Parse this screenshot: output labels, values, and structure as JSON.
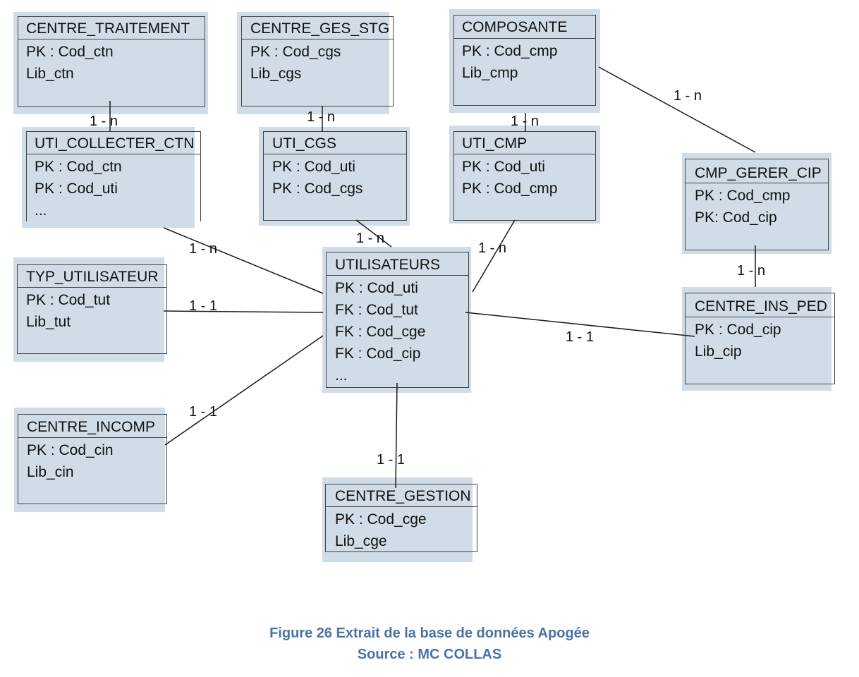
{
  "entities": {
    "centre_traitement": {
      "name": "CENTRE_TRAITEMENT",
      "fields": [
        "PK : Cod_ctn",
        "Lib_ctn"
      ]
    },
    "centre_ges_stg": {
      "name": "CENTRE_GES_STG",
      "fields": [
        "PK : Cod_cgs",
        "Lib_cgs"
      ]
    },
    "composante": {
      "name": "COMPOSANTE",
      "fields": [
        "PK : Cod_cmp",
        "Lib_cmp"
      ]
    },
    "uti_collecter_ctn": {
      "name": "UTI_COLLECTER_CTN",
      "fields": [
        "PK : Cod_ctn",
        "PK : Cod_uti",
        "..."
      ]
    },
    "uti_cgs": {
      "name": "UTI_CGS",
      "fields": [
        "PK : Cod_uti",
        "PK : Cod_cgs"
      ]
    },
    "uti_cmp": {
      "name": "UTI_CMP",
      "fields": [
        "PK : Cod_uti",
        "PK : Cod_cmp"
      ]
    },
    "cmp_gerer_cip": {
      "name": "CMP_GERER_CIP",
      "fields": [
        "PK : Cod_cmp",
        "PK: Cod_cip"
      ]
    },
    "typ_utilisateur": {
      "name": "TYP_UTILISATEUR",
      "fields": [
        "PK : Cod_tut",
        "Lib_tut"
      ]
    },
    "utilisateurs": {
      "name": "UTILISATEURS",
      "fields": [
        "PK : Cod_uti",
        "FK : Cod_tut",
        "FK : Cod_cge",
        "FK : Cod_cip",
        "..."
      ]
    },
    "centre_ins_ped": {
      "name": "CENTRE_INS_PED",
      "fields": [
        "PK : Cod_cip",
        "Lib_cip"
      ]
    },
    "centre_incomp": {
      "name": "CENTRE_INCOMP",
      "fields": [
        "PK : Cod_cin",
        "Lib_cin"
      ]
    },
    "centre_gestion": {
      "name": "CENTRE_GESTION",
      "fields": [
        "PK : Cod_cge",
        "Lib_cge"
      ]
    }
  },
  "cardinalities": {
    "traitement_collecter": "1 - n",
    "ges_stg_cgs": "1 - n",
    "composante_cmp": "1 - n",
    "composante_gerer": "1 - n",
    "collecter_utilisateurs": "1 - n",
    "cgs_utilisateurs": "1 - n",
    "cmp_utilisateurs": "1 - n",
    "gerer_ins_ped": "1 - n",
    "typ_utilisateurs": "1 - 1",
    "ins_ped_utilisateurs": "1 - 1",
    "incomp_utilisateurs": "1 - 1",
    "gestion_utilisateurs": "1 - 1"
  },
  "caption": {
    "line1": "Figure 26 Extrait de la base de données Apogée",
    "line2": "Source : MC COLLAS"
  },
  "colors": {
    "entity_fill": "#d0dce8",
    "border": "#444444",
    "caption": "#4a72a8"
  }
}
